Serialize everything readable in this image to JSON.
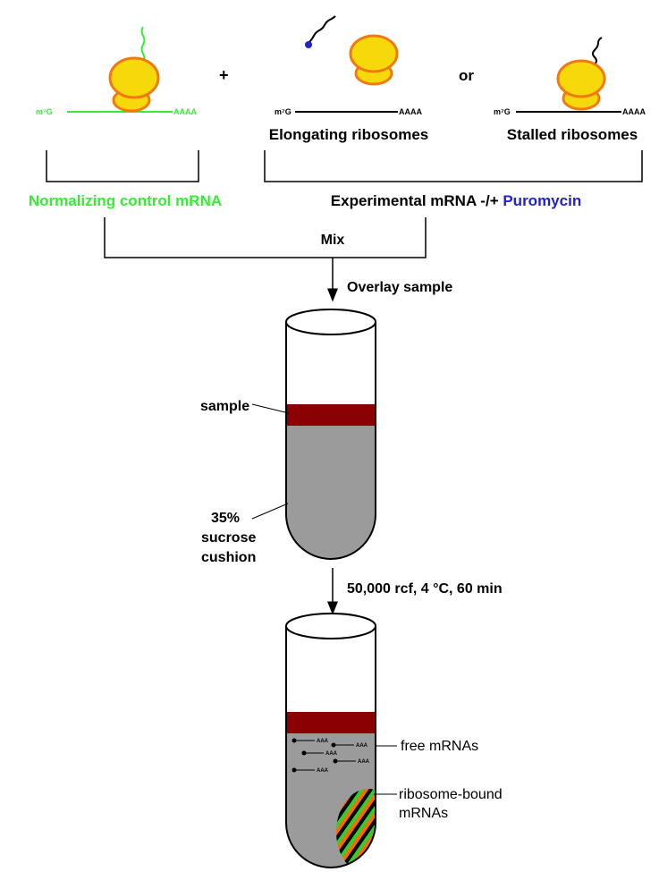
{
  "top_row": {
    "plus": "+",
    "or": "or",
    "cap_label": "m⁷G",
    "tail_label": "AAAA",
    "elongating_label": "Elongating ribosomes",
    "stalled_label": "Stalled ribosomes"
  },
  "groups": {
    "control_label": "Normalizing control mRNA",
    "experimental_label": "Experimental mRNA -/+ ",
    "puromycin_label": "Puromycin"
  },
  "steps": {
    "mix": "Mix",
    "overlay": "Overlay sample",
    "spin": "50,000 rcf, 4 °C, 60 min"
  },
  "tube1": {
    "sample_label": "sample",
    "cushion_line1": "35%",
    "cushion_line2": "sucrose",
    "cushion_line3": "cushion"
  },
  "tube2": {
    "free_label": "free mRNAs",
    "bound_line1": "ribosome-bound",
    "bound_line2": "mRNAs",
    "mrna_tail": "AAA"
  },
  "colors": {
    "control_green": "#33ee33",
    "puromycin_blue": "#2222cc",
    "ribosome_fill": "#f5d90a",
    "ribosome_stroke": "#f07a10",
    "sample_band": "#8b0000",
    "cushion_gray": "#9b9b9b",
    "text": "#000000"
  }
}
